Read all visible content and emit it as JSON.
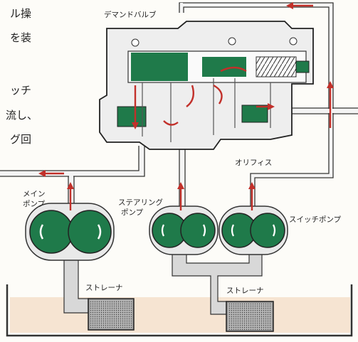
{
  "text_fragments": [
    "ル操",
    "を装",
    "ッチ",
    "流し、",
    "グ回"
  ],
  "labels": {
    "demand_valve": "デマンドバルブ",
    "orifice": "オリフィス",
    "main_pump_line1": "メイン",
    "main_pump_line2": "ポンプ",
    "steering_pump_line1": "ステアリング",
    "steering_pump_line2": "ポンプ",
    "switch_pump": "スイッチポンプ",
    "strainer_left": "ストレーナ",
    "strainer_right": "ストレーナ"
  },
  "colors": {
    "oil_green": "#1f7a4a",
    "flow_red": "#c2302a",
    "pipe_fill": "#e6e6e6",
    "pipe_stroke": "#333333",
    "tank_oil": "#f3dcc6"
  }
}
